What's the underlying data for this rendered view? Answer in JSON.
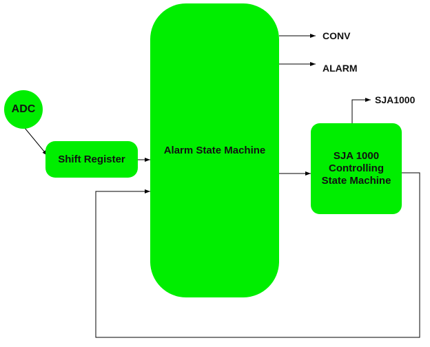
{
  "diagram": {
    "nodes": {
      "adc": "ADC",
      "shift_register": "Shift Register",
      "alarm_state_machine": "Alarm State Machine",
      "sja_controller": "SJA 1000\nControlling\nState Machine"
    },
    "outputs": {
      "conv": "CONV",
      "alarm": "ALARM",
      "sja1000": "SJA1000"
    },
    "colors": {
      "node_fill": "#00ee00",
      "line": "#000000",
      "text": "#111111"
    }
  }
}
